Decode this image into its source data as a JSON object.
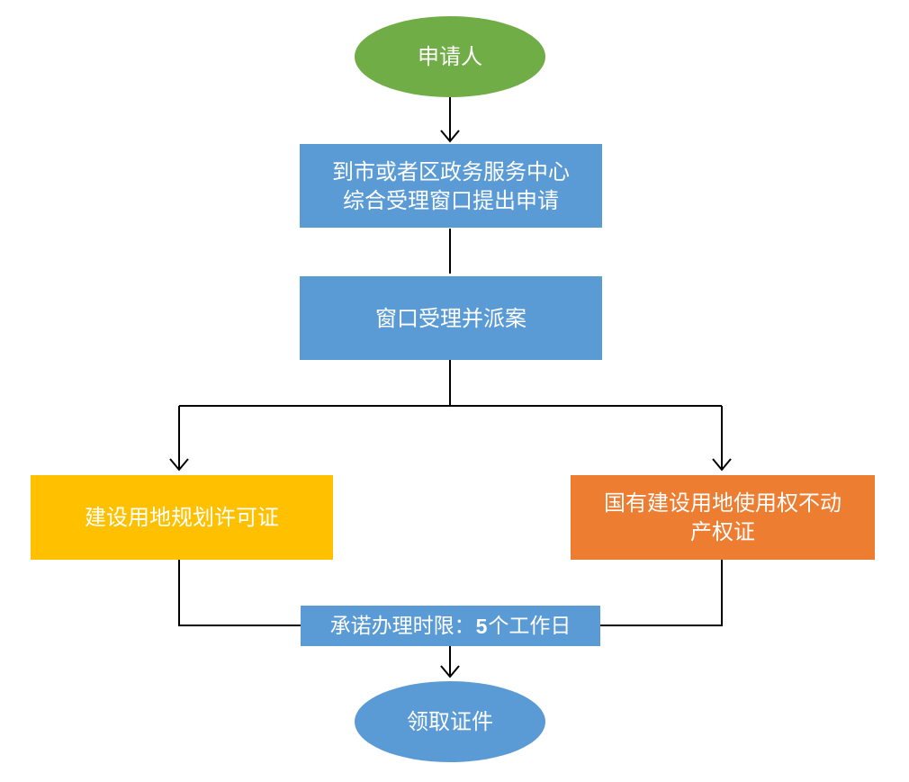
{
  "nodes": {
    "applicant": {
      "text": "申请人"
    },
    "submit": {
      "text": "到市或者区政务服务中心\n综合受理窗口提出申请"
    },
    "accept": {
      "text": "窗口受理并派案"
    },
    "planning_permit": {
      "text": "建设用地规划许可证"
    },
    "property_cert": {
      "text": "国有建设用地使用权不动\n产权证"
    },
    "time_limit": {
      "label": "承诺办理时限：",
      "days": "5",
      "unit": "个工作日"
    },
    "collect": {
      "text": "领取证件"
    }
  },
  "colors": {
    "green": "#70ad47",
    "blue": "#5b9bd5",
    "gold": "#ffc000",
    "orange": "#ed7d31",
    "line": "#000000"
  }
}
